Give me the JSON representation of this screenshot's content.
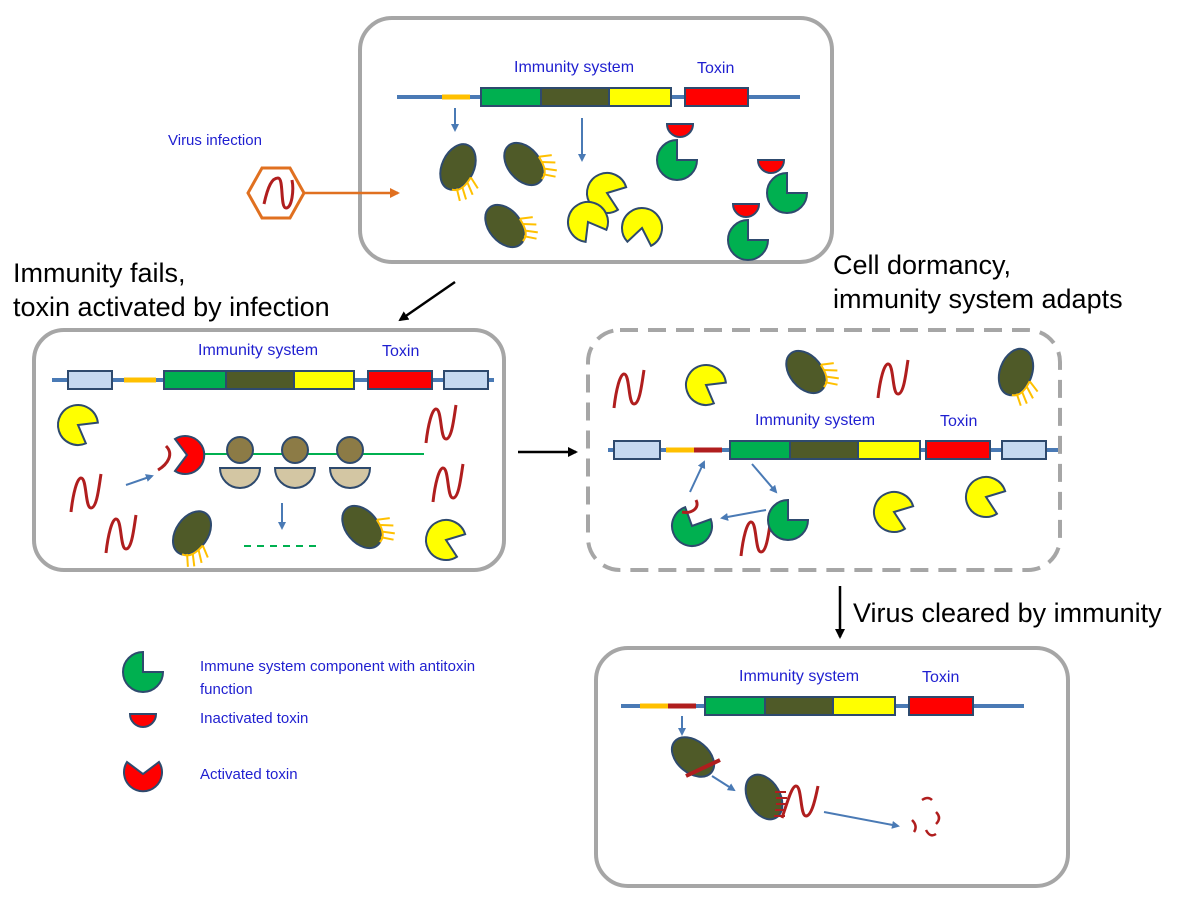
{
  "labels": {
    "immunity_system": "Immunity system",
    "toxin": "Toxin",
    "virus_infection": "Virus infection"
  },
  "captions": {
    "immunity_fails_line1": "Immunity fails,",
    "immunity_fails_line2": "toxin activated by infection",
    "dormancy_line1": "Cell dormancy,",
    "dormancy_line2": "immunity system adapts",
    "virus_cleared": "Virus cleared by immunity"
  },
  "legend": [
    {
      "icon": "antitoxin-component-icon",
      "line1": "Immune system component with antitoxin",
      "line2": "function"
    },
    {
      "icon": "inactivated-toxin-icon",
      "line1": "Inactivated toxin"
    },
    {
      "icon": "activated-toxin-icon",
      "line1": "Activated toxin"
    }
  ],
  "colors": {
    "cell_border": "#a6a6a6",
    "dna": "#4a7ab5",
    "green": "#00b050",
    "dark_olive": "#4f5a28",
    "yellow": "#ffff00",
    "red": "#ff0000",
    "virus": "#b01e1e",
    "arrow_blue": "#4a7ab5",
    "virus_arrow": "#e07020",
    "text_blue": "#1f1fd0"
  }
}
